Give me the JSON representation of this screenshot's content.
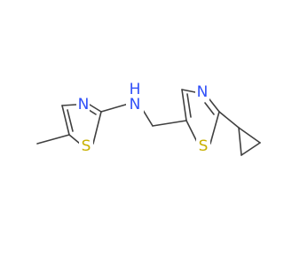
{
  "molecule": {
    "atoms": {
      "n_left": {
        "label": "N",
        "color": "#3050F8"
      },
      "s_left": {
        "label": "S",
        "color": "#C8B000"
      },
      "nh_n": {
        "label": "N",
        "color": "#3050F8"
      },
      "nh_h": {
        "label": "H",
        "color": "#3050F8"
      },
      "n_right": {
        "label": "N",
        "color": "#3050F8"
      },
      "s_right": {
        "label": "S",
        "color": "#C8B000"
      }
    },
    "colors": {
      "bond": "#404040",
      "background": "#ffffff"
    }
  }
}
